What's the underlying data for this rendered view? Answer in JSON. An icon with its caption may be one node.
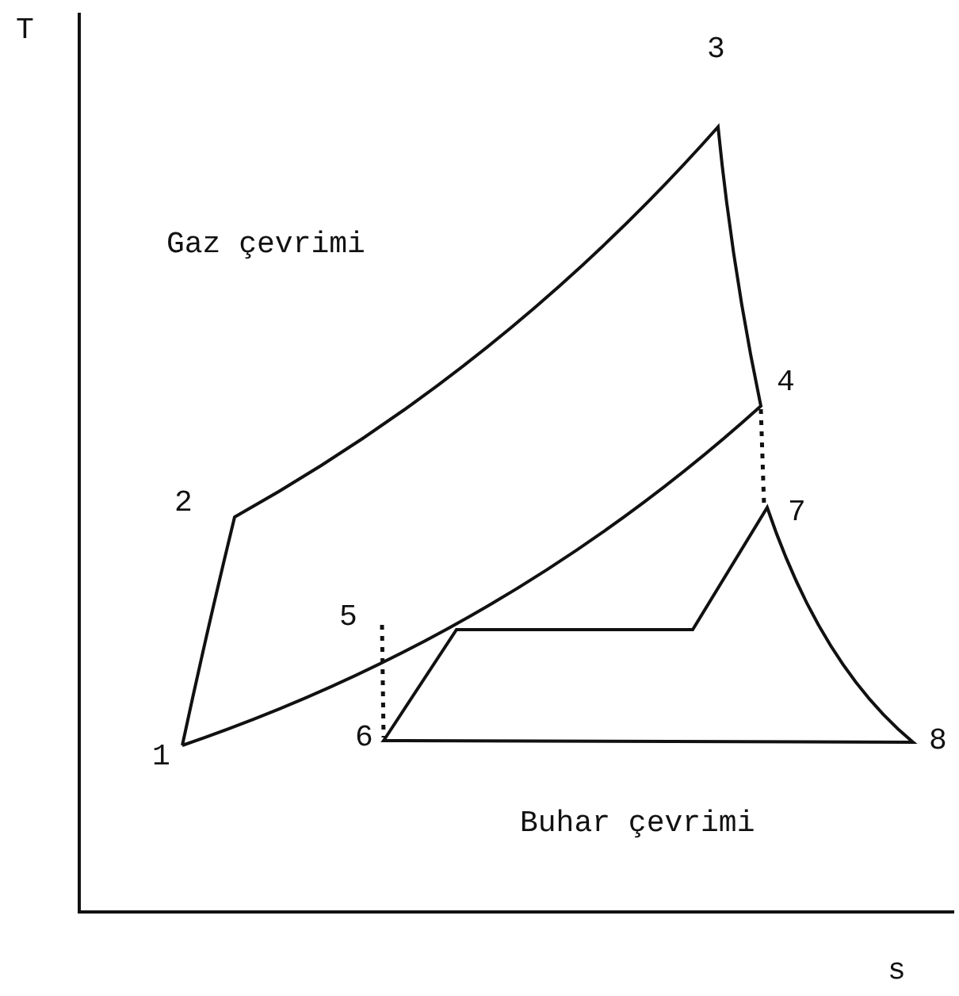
{
  "diagram": {
    "labels": [
      "T",
      "3",
      "Gaz çevrimi",
      "4",
      "2",
      "7",
      "5",
      "1",
      "6",
      "8",
      "Buhar çevrimi",
      "s"
    ]
  }
}
